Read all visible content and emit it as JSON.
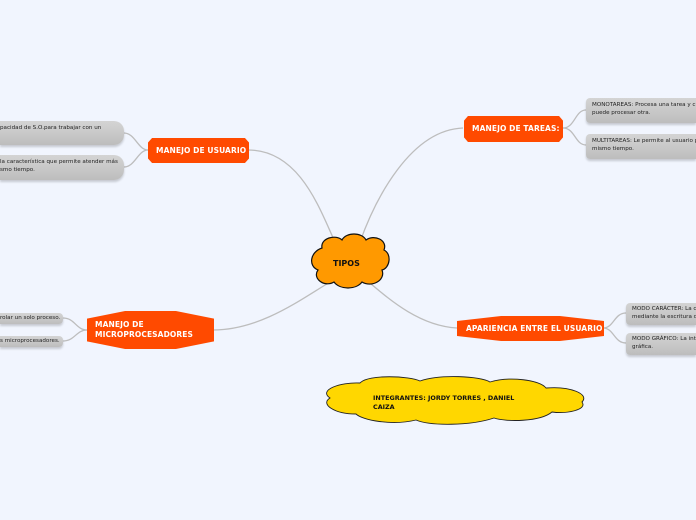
{
  "central_topic": {
    "label": "TIPOS",
    "shape": "cloud",
    "fill": "#ff9900",
    "stroke": "#111111"
  },
  "branches": [
    {
      "id": "manejo-usuario",
      "label": "MANEJO DE USUARIO",
      "side": "left",
      "color": "#ff4a00",
      "subtopics": [
        {
          "label": "pacidad de S.O.para trabajar con un"
        },
        {
          "label_line1": "la característica que permite atender más",
          "label_line2": "smo tiempo."
        }
      ]
    },
    {
      "id": "manejo-tareas",
      "label": "MANEJO DE TAREAS:",
      "side": "right",
      "color": "#ff4a00",
      "subtopics": [
        {
          "label_line1": "MONOTAREAS: Procesa una tarea y cu",
          "label_line2": "puede procesar otra."
        },
        {
          "label_line1": "MULTITAREAS: Le permite al usuario p",
          "label_line2": "mismo tiempo."
        }
      ]
    },
    {
      "id": "manejo-microprocesadores",
      "label_line1": "MANEJO DE",
      "label_line2": "MICROPROCESADORES",
      "side": "left",
      "color": "#ff4a00",
      "subtopics": [
        {
          "label": "rolar un solo proceso."
        },
        {
          "label": "s microprocesadores."
        }
      ]
    },
    {
      "id": "apariencia-usuario",
      "label": "APARIENCIA ENTRE EL USUARIO",
      "side": "right",
      "color": "#ff4a00",
      "subtopics": [
        {
          "label_line1": "MODO CARÁCTER: La c",
          "label_line2": "mediante la escritura de"
        },
        {
          "label_line1": "MODO GRÁFICO: La int",
          "label_line2": "gráfica."
        }
      ]
    }
  ],
  "floating_topic": {
    "label_prefix": "INTEGRANTES:",
    "label_names_line1": "JORDY TORRES , DANIEL",
    "label_names_line2": "CAIZA",
    "shape": "cloud",
    "fill": "#ffd700"
  },
  "colors": {
    "background": "#f1f5fe",
    "connector": "#b8b8b8",
    "subtopic": "#c8c8c8"
  }
}
